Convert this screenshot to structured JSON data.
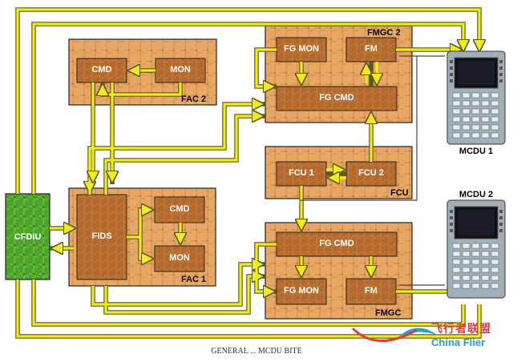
{
  "colors": {
    "wire": "#f2ea1a",
    "wire_outline": "#5a5a20",
    "lru_fill": "#e8a865",
    "lru_border": "#222222",
    "module_fill": "#b36a2c",
    "cfdiu_fill": "#4ea32b",
    "mcdu_body": "#9fb0ba",
    "mcdu_screen": "#111111"
  },
  "blocks": {
    "fac2": {
      "title": "FAC 2",
      "modules": {
        "cmd": "CMD",
        "mon": "MON"
      }
    },
    "fac1": {
      "title": "FAC 1",
      "modules": {
        "fids": "FIDS",
        "cmd": "CMD",
        "mon": "MON"
      }
    },
    "fmgc2": {
      "title": "FMGC 2",
      "modules": {
        "fg_mon": "FG MON",
        "fm": "FM",
        "fg_cmd": "FG CMD"
      }
    },
    "fcu": {
      "title": "FCU",
      "modules": {
        "fcu1": "FCU 1",
        "fcu2": "FCU 2"
      }
    },
    "fmgc1": {
      "title": "FMGC",
      "modules": {
        "fg_cmd": "FG CMD",
        "fg_mon": "FG MON",
        "fm": "FM"
      }
    },
    "cfdiu": {
      "title": "CFDIU"
    }
  },
  "mcdu": [
    {
      "label": "MCDU 1",
      "icon": "mcdu-terminal-icon"
    },
    {
      "label": "MCDU 2",
      "icon": "mcdu-terminal-icon"
    }
  ],
  "caption": "GENERAL ... MCDU BITE",
  "watermark": {
    "cn": "飞行者联盟",
    "en": "China Flier"
  }
}
